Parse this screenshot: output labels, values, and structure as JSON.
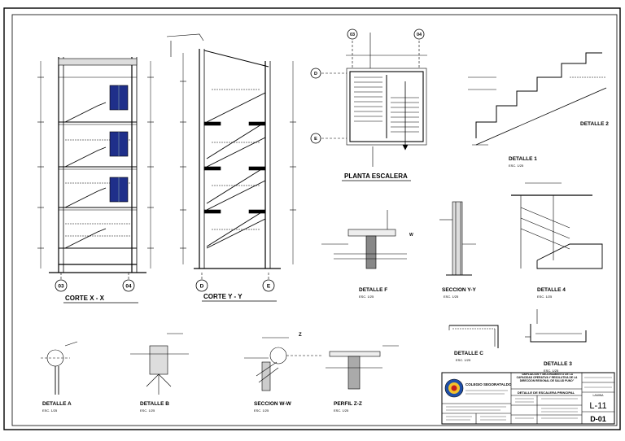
{
  "grid_labels": {
    "corte_x_left": "03",
    "corte_x_right": "04",
    "corte_y_left": "D",
    "corte_y_right": "E",
    "planta_top_left": "03",
    "planta_top_right": "04",
    "planta_side_top": "D",
    "planta_side_bottom": "E"
  },
  "titles": {
    "corte_x": "CORTE X - X",
    "corte_y": "CORTE Y - Y",
    "planta": "PLANTA ESCALERA",
    "detalle_1": "DETALLE 1",
    "detalle_2": "DETALLE 2",
    "detalle_f": "DETALLE F",
    "seccion_y": "SECCION Y-Y",
    "detalle_4": "DETALLE 4",
    "detalle_c": "DETALLE C",
    "detalle_3": "DETALLE 3",
    "detalle_a": "DETALLE A",
    "detalle_b": "DETALLE B",
    "seccion_w": "SECCION W-W",
    "perfil_z": "PERFIL Z-Z"
  },
  "scales": {
    "detalle_1": "ESC. 1/25",
    "detalle_f": "ESC. 1/25",
    "seccion_y": "ESC. 1/25",
    "detalle_4": "ESC. 1/25",
    "detalle_c": "ESC. 1/25",
    "detalle_3": "ESC. 1/25",
    "detalle_a": "ESC. 1/25",
    "detalle_b": "ESC. 1/25",
    "seccion_w": "ESC. 1/25",
    "perfil_z": "ESC. 1/25"
  },
  "section_marks": {
    "w": "W",
    "z": "Z"
  },
  "title_block": {
    "logo_name": "COLEGIO SEGORATALDO",
    "project_title": "\"AMPLIACION Y MEJORAMIENTO DE LA CAPACIDAD OPERATIVA Y RESOLUTIVA DE LA DIRECCION REGIONAL DE SALUD PUNO\"",
    "sheet_desc": "DETALLE DE ESCALERA PRINCIPAL",
    "lamina_label": "LAMINA",
    "lamina_code": "L-11",
    "sheet_number": "D-01"
  }
}
